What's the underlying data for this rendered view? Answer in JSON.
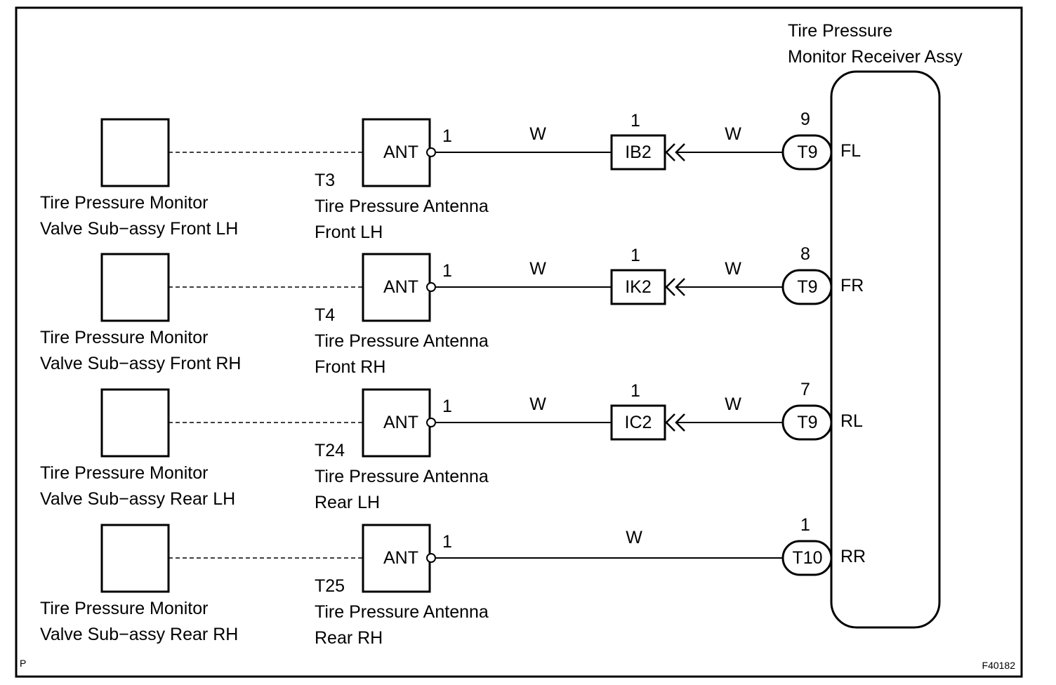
{
  "receiver": {
    "title_line1": "Tire Pressure",
    "title_line2": "Monitor Receiver Assy"
  },
  "rows": [
    {
      "valve_line1": "Tire Pressure Monitor",
      "valve_line2": "Valve Sub−assy Front LH",
      "antenna_code": "T3",
      "antenna_line1": "Tire Pressure Antenna",
      "antenna_line2": "Front LH",
      "ant_label": "ANT",
      "ant_pin": "1",
      "wire_left": "W",
      "connector": {
        "code": "IB2",
        "pin": "1"
      },
      "wire_right": "W",
      "receiver_connector": "T9",
      "receiver_pin": "9",
      "receiver_terminal": "FL"
    },
    {
      "valve_line1": "Tire Pressure Monitor",
      "valve_line2": "Valve Sub−assy Front RH",
      "antenna_code": "T4",
      "antenna_line1": "Tire Pressure Antenna",
      "antenna_line2": "Front RH",
      "ant_label": "ANT",
      "ant_pin": "1",
      "wire_left": "W",
      "connector": {
        "code": "IK2",
        "pin": "1"
      },
      "wire_right": "W",
      "receiver_connector": "T9",
      "receiver_pin": "8",
      "receiver_terminal": "FR"
    },
    {
      "valve_line1": "Tire Pressure Monitor",
      "valve_line2": "Valve Sub−assy Rear LH",
      "antenna_code": "T24",
      "antenna_line1": "Tire Pressure Antenna",
      "antenna_line2": "Rear LH",
      "ant_label": "ANT",
      "ant_pin": "1",
      "wire_left": "W",
      "connector": {
        "code": "IC2",
        "pin": "1"
      },
      "wire_right": "W",
      "receiver_connector": "T9",
      "receiver_pin": "7",
      "receiver_terminal": "RL"
    },
    {
      "valve_line1": "Tire Pressure Monitor",
      "valve_line2": "Valve Sub−assy Rear RH",
      "antenna_code": "T25",
      "antenna_line1": "Tire Pressure Antenna",
      "antenna_line2": "Rear RH",
      "ant_label": "ANT",
      "ant_pin": "1",
      "wire_left": "W",
      "connector": null,
      "wire_right": "W",
      "receiver_connector": "T10",
      "receiver_pin": "1",
      "receiver_terminal": "RR"
    }
  ],
  "corner_label": "P",
  "figure_code": "F40182"
}
